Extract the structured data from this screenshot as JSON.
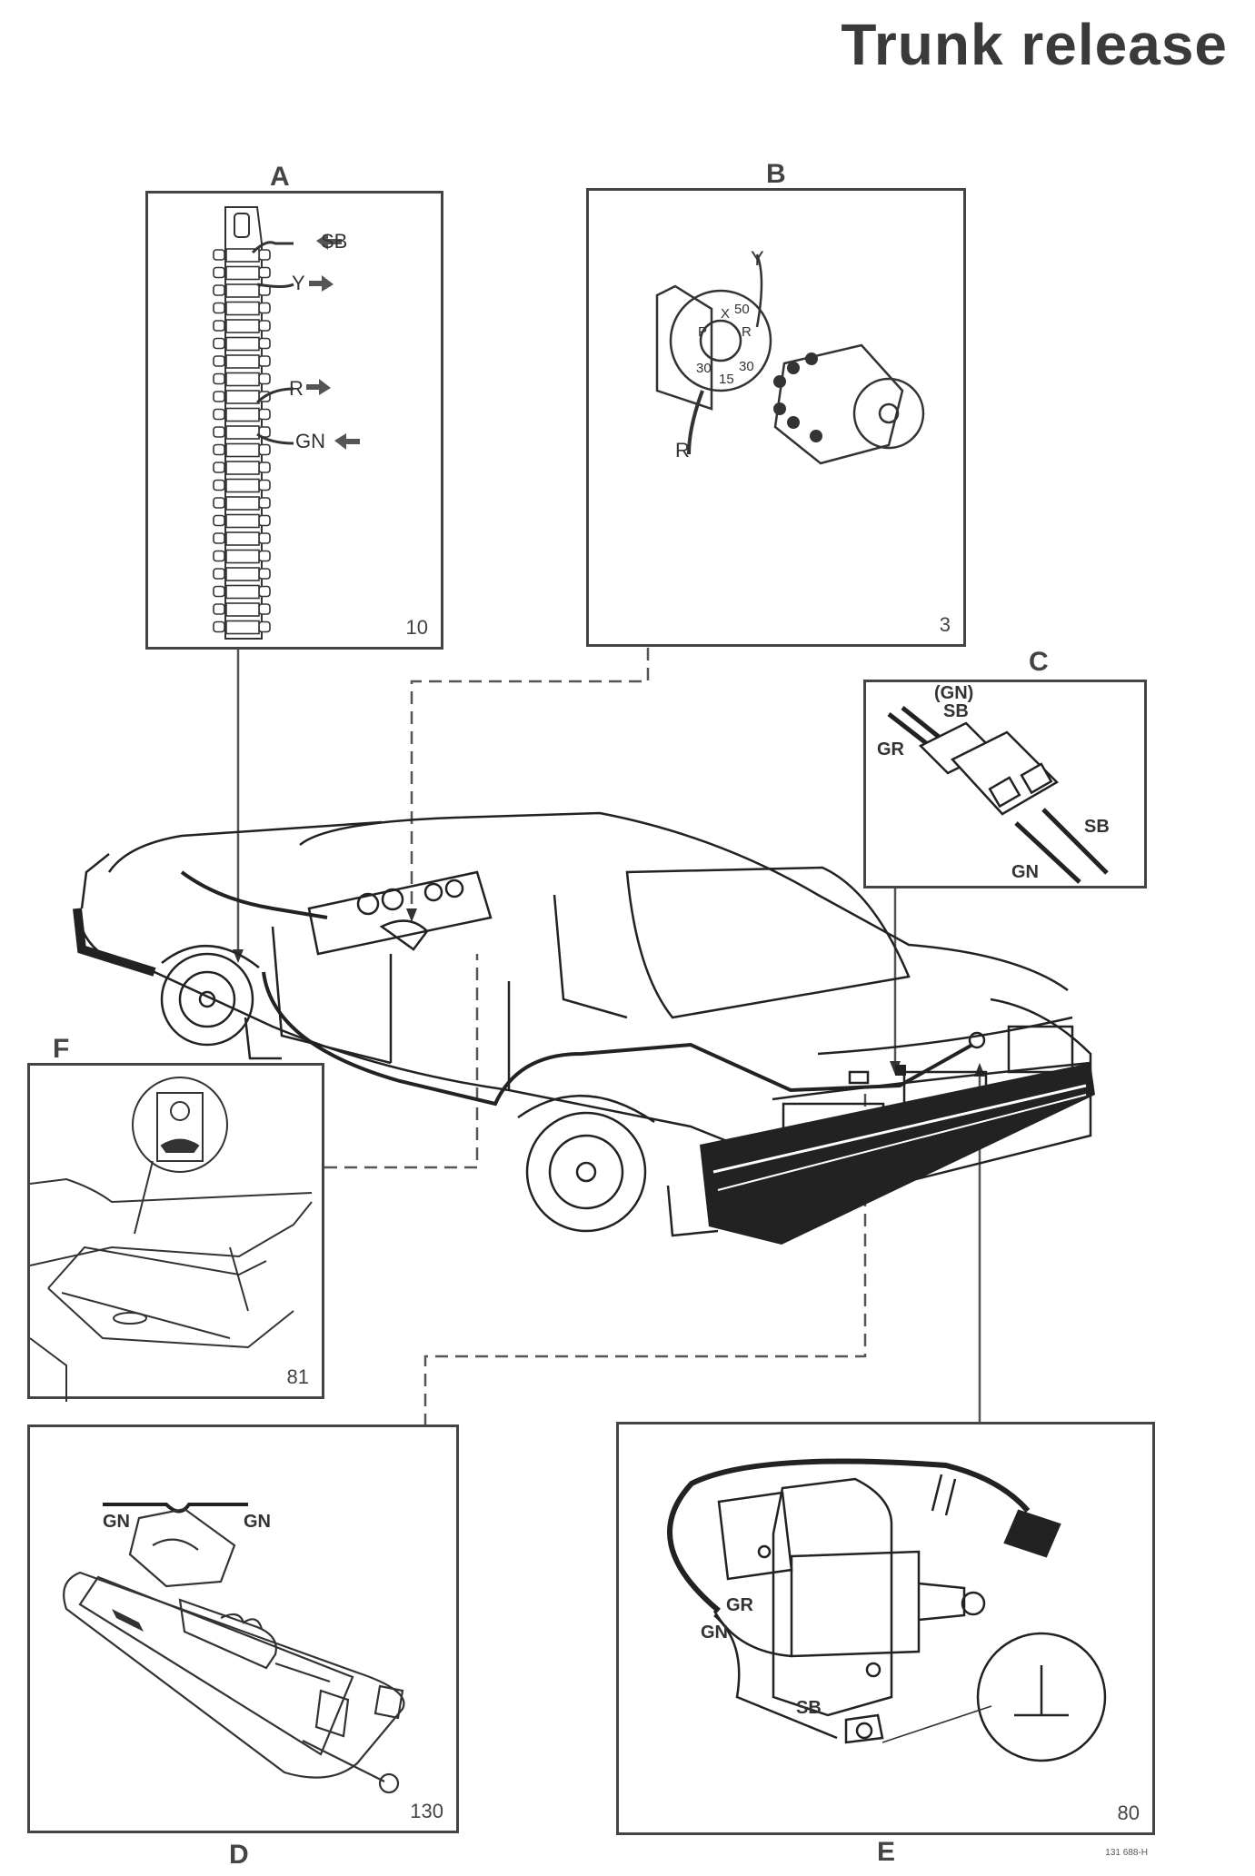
{
  "title": "Trunk release",
  "ref_code": "131 688-H",
  "panels": {
    "A": {
      "label": "A",
      "number": "10",
      "wires": [
        "SB",
        "Y",
        "R",
        "GN"
      ]
    },
    "B": {
      "label": "B",
      "number": "3",
      "wires": [
        "Y",
        "R"
      ],
      "terminals": [
        "X",
        "50",
        "P",
        "R",
        "30",
        "30",
        "15"
      ]
    },
    "C": {
      "label": "C",
      "wires": [
        "(GN)",
        "SB",
        "GR",
        "SB",
        "GN"
      ]
    },
    "D": {
      "label": "D",
      "number": "130",
      "wires": [
        "GN",
        "GN"
      ]
    },
    "E": {
      "label": "E",
      "number": "80",
      "wires": [
        "GR",
        "GN",
        "SB"
      ]
    },
    "F": {
      "label": "F",
      "number": "81"
    }
  }
}
